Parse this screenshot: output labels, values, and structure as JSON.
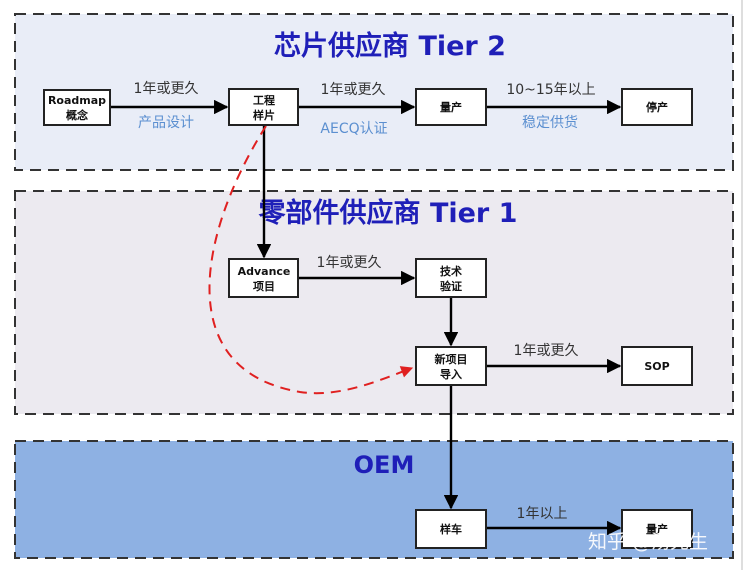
{
  "colors": {
    "tier2_fill": "#E9EDF7",
    "tier1_fill": "#ECEAF0",
    "oem_fill": "#8EB1E3",
    "title_color": "#1F1FB8",
    "frame_border": "#333333",
    "dashed_link": "#E02020",
    "edge_note_color": "#5B8FD0"
  },
  "frames": {
    "tier2": {
      "title": "芯片供应商 Tier 2"
    },
    "tier1": {
      "title": "零部件供应商 Tier 1"
    },
    "oem": {
      "title": "OEM"
    }
  },
  "boxes": {
    "roadmap": [
      "Roadmap",
      "概念"
    ],
    "engineering_sample": [
      "工程",
      "样片"
    ],
    "mass_production_chip": [
      "量产"
    ],
    "discontinued": [
      "停产"
    ],
    "advance_project": [
      "Advance",
      "项目"
    ],
    "tech_validation": [
      "技术",
      "验证"
    ],
    "new_project_intro": [
      "新项目",
      "导入"
    ],
    "sop": [
      "SOP"
    ],
    "sample_car": [
      "样车"
    ],
    "mass_production_oem": [
      "量产"
    ]
  },
  "edges": {
    "roadmap_to_sample": {
      "top": "1年或更久",
      "bottom": "产品设计"
    },
    "sample_to_mass": {
      "top": "1年或更久",
      "bottom": "AECQ认证"
    },
    "mass_to_discontinued": {
      "top": "10~15年以上",
      "bottom": "稳定供货"
    },
    "advance_to_validation": {
      "top": "1年或更久"
    },
    "intro_to_sop": {
      "top": "1年或更久"
    },
    "samplecar_to_mass": {
      "top": "1年以上"
    }
  },
  "watermark": "知乎 @汤先生"
}
